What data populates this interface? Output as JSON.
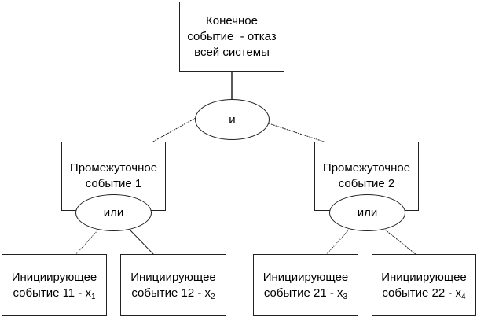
{
  "top_event": {
    "line1": "Конечное",
    "line2": "событие  - отказ",
    "line3": "всей системы"
  },
  "and_gate": {
    "label": "и"
  },
  "intermediate": [
    {
      "line1": "Промежуточное",
      "line2": "событие 1"
    },
    {
      "line1": "Промежуточное",
      "line2": "событие 2"
    }
  ],
  "or_gates": [
    {
      "label": "или"
    },
    {
      "label": "или"
    }
  ],
  "initiating": [
    {
      "line1": "Инициирующее",
      "line2": "событие 11 - x",
      "sub": "1"
    },
    {
      "line1": "Инициирующее",
      "line2": "событие 12 - x",
      "sub": "2"
    },
    {
      "line1": "Инициирующее",
      "line2": "событие 21 - x",
      "sub": "3"
    },
    {
      "line1": "Инициирующее",
      "line2": "событие 22 - x",
      "sub": "4"
    }
  ]
}
